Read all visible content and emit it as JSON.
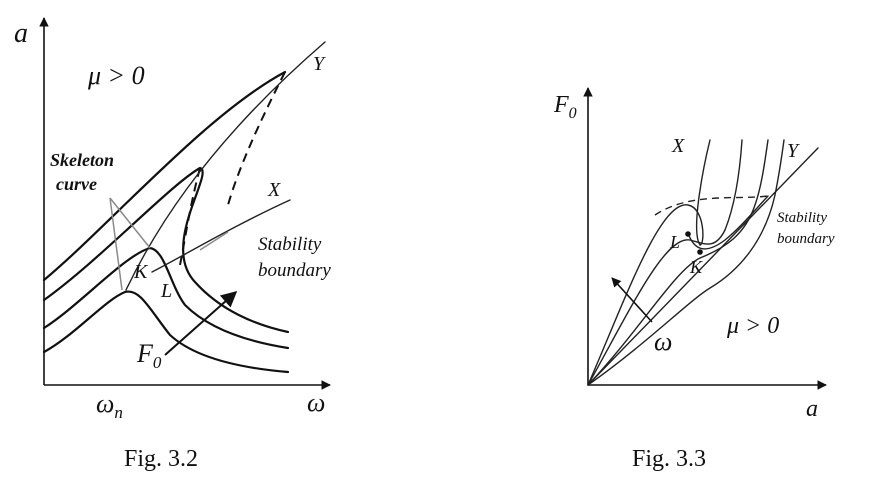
{
  "fig_3_2": {
    "y_axis": "a",
    "x_axis": "ω",
    "x_tick": "ω",
    "x_tick_sub": "n",
    "mu_label": "μ > 0",
    "skeleton_line1": "Skeleton",
    "skeleton_line2": "curve",
    "stability_line1": "Stability",
    "stability_line2": "boundary",
    "point_y": "Y",
    "point_x": "X",
    "point_k": "K",
    "point_l": "L",
    "force_label": "F",
    "force_sub": "0",
    "caption": "Fig. 3.2"
  },
  "fig_3_3": {
    "y_axis": "F",
    "y_axis_sub": "0",
    "x_axis": "a",
    "mu_label": "μ > 0",
    "stability_line1": "Stability",
    "stability_line2": "boundary",
    "point_x": "X",
    "point_y": "Y",
    "point_l": "L",
    "point_k": "K",
    "omega_label": "ω",
    "caption": "Fig. 3.3"
  }
}
